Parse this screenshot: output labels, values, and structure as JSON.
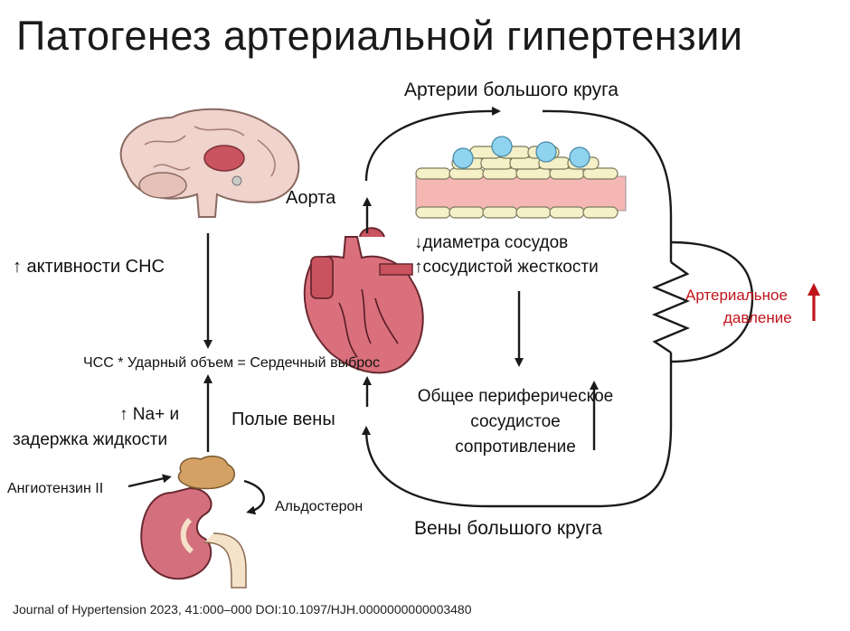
{
  "title": "Патогенез артериальной гипертензии",
  "labels": {
    "arteries": "Артерии большого круга",
    "aorta": "Аорта",
    "sns_activity": "↑ активности СНС",
    "vessel_diameter": "↓диаметра сосудов",
    "vessel_stiffness": "↑сосудистой жесткости",
    "blood_pressure_line1": "Артериальное",
    "blood_pressure_line2": "давление",
    "cardiac_output_formula": "ЧСС * Ударный объем = Сердечный выброс",
    "na_line1": "↑ Na+ и",
    "na_line2": "задержка жидкости",
    "vena_cava": "Полые вены",
    "peripheral_resistance": "Общее периферическое сосудистое сопротивление",
    "angiotensin": "Ангиотензин II",
    "aldosterone": "Альдостерон",
    "veins": "Вены большого круга"
  },
  "citation": "Journal of Hypertension 2023, 41:000–000 DOI:10.1097/HJH.0000000000003480",
  "colors": {
    "arrow": "#1a1a1a",
    "highlight_red": "#c0141c",
    "brain": "#efd3cc",
    "heart": "#d9707c",
    "kidney": "#d4707e",
    "adrenal": "#d4a164",
    "vessel_wall": "#f4b7b4",
    "endothelium": "#f5f0c8",
    "blood_cell": "#8fd3ee"
  },
  "icons": [
    "brain-illustration",
    "heart-illustration",
    "kidney-illustration",
    "vessel-wall-illustration",
    "resistor-icon",
    "up-arrow-icon"
  ]
}
